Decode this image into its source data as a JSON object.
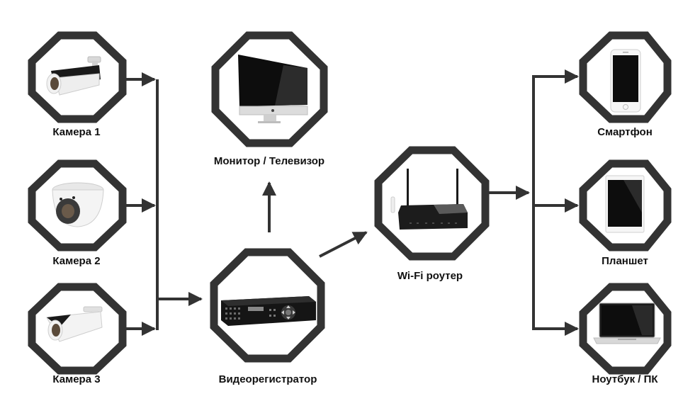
{
  "diagram": {
    "title": "Video surveillance system connection scheme",
    "colors": {
      "stroke": "#333333",
      "background": "#ffffff",
      "label": "#111111",
      "device_dark": "#111111",
      "device_light": "#e6e6e6"
    },
    "nodes": [
      {
        "id": "camera1",
        "label": "Камера 1",
        "icon": "bullet-camera-black-icon",
        "group": "sources"
      },
      {
        "id": "camera2",
        "label": "Камера 2",
        "icon": "dome-camera-icon",
        "group": "sources"
      },
      {
        "id": "camera3",
        "label": "Камера 3",
        "icon": "bullet-camera-white-icon",
        "group": "sources"
      },
      {
        "id": "monitor",
        "label": "Монитор / Телевизор",
        "icon": "monitor-icon",
        "group": "outputs"
      },
      {
        "id": "dvr",
        "label": "Видеорегистратор",
        "icon": "dvr-icon",
        "group": "core"
      },
      {
        "id": "router",
        "label": "Wi-Fi роутер",
        "icon": "wifi-router-icon",
        "group": "network"
      },
      {
        "id": "smartphone",
        "label": "Смартфон",
        "icon": "smartphone-icon",
        "group": "clients"
      },
      {
        "id": "tablet",
        "label": "Планшет",
        "icon": "tablet-icon",
        "group": "clients"
      },
      {
        "id": "laptop",
        "label": "Ноутбук / ПК",
        "icon": "laptop-icon",
        "group": "clients"
      }
    ],
    "edges": [
      {
        "from": "camera1",
        "to": "dvr",
        "via": "left-bus"
      },
      {
        "from": "camera2",
        "to": "dvr",
        "via": "left-bus"
      },
      {
        "from": "camera3",
        "to": "dvr",
        "via": "left-bus"
      },
      {
        "from": "dvr",
        "to": "monitor"
      },
      {
        "from": "dvr",
        "to": "router"
      },
      {
        "from": "router",
        "to": "smartphone",
        "via": "right-bus"
      },
      {
        "from": "router",
        "to": "tablet",
        "via": "right-bus"
      },
      {
        "from": "router",
        "to": "laptop",
        "via": "right-bus"
      }
    ]
  }
}
